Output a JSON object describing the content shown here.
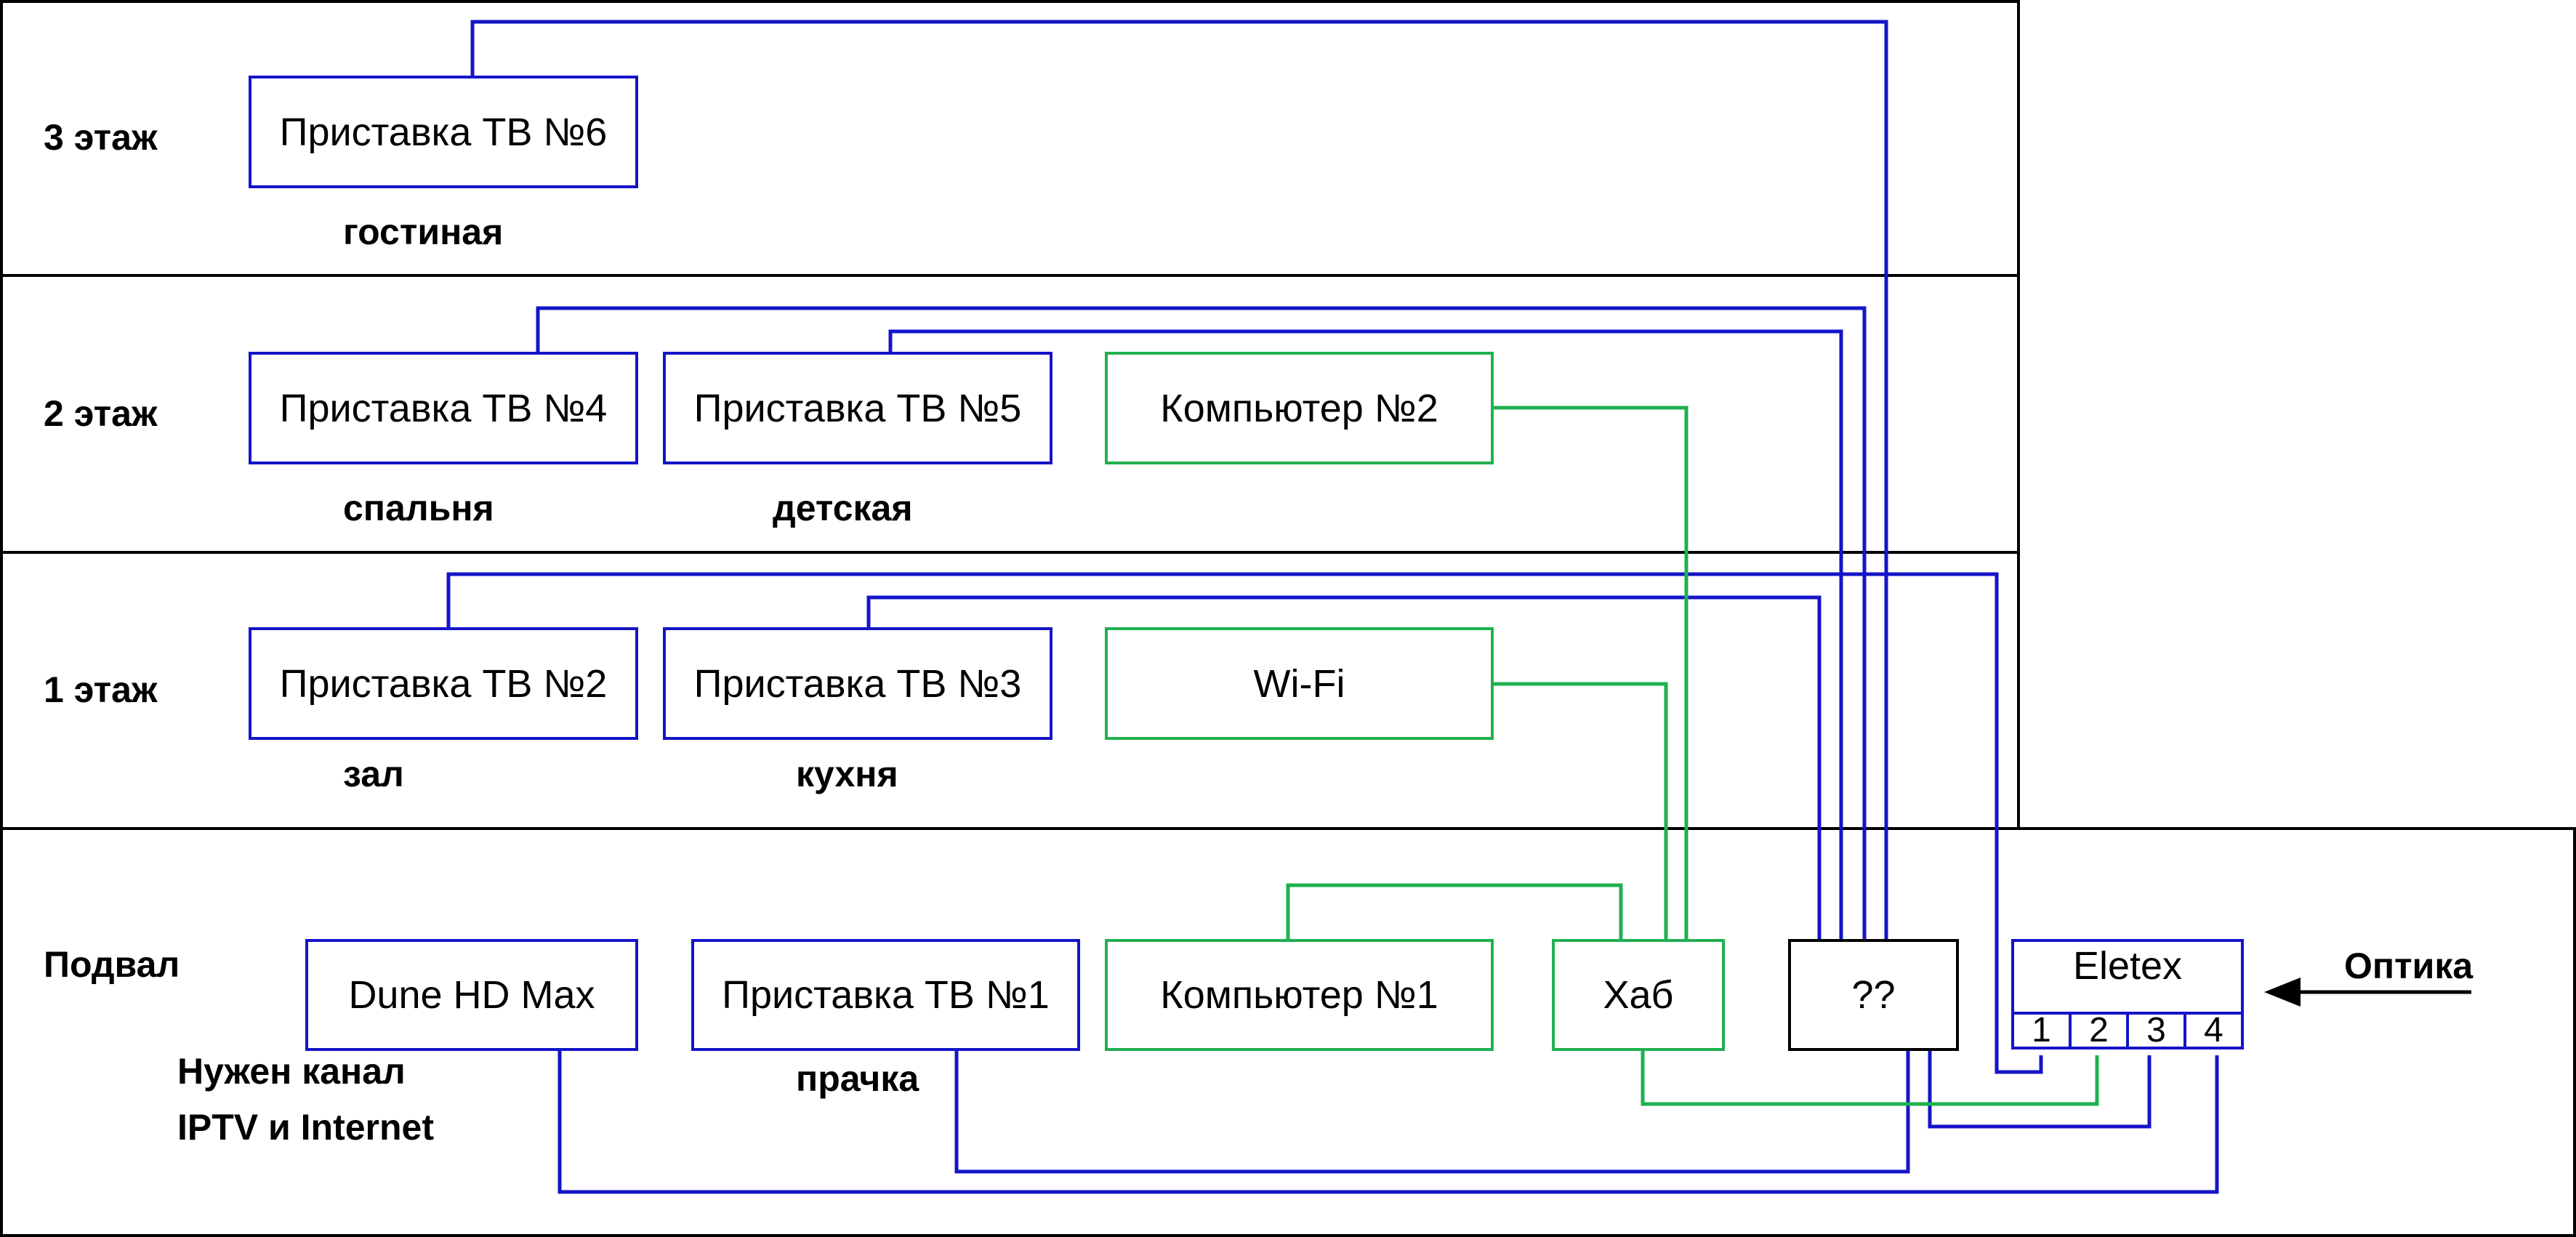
{
  "floors": {
    "f3": {
      "label": "3 этаж"
    },
    "f2": {
      "label": "2 этаж"
    },
    "f1": {
      "label": "1 этаж"
    },
    "basement": {
      "label": "Подвал"
    }
  },
  "devices": {
    "tv6": "Приставка ТВ №6",
    "tv4": "Приставка ТВ №4",
    "tv5": "Приставка ТВ №5",
    "pc2": "Компьютер №2",
    "tv2": "Приставка ТВ №2",
    "tv3": "Приставка ТВ №3",
    "wifi": "Wi-Fi",
    "dune": "Dune HD Max",
    "tv1": "Приставка ТВ №1",
    "pc1": "Компьютер №1",
    "hub": "Хаб",
    "unknown": "??",
    "eletex": "Eletex"
  },
  "eletex_ports": [
    "1",
    "2",
    "3",
    "4"
  ],
  "rooms": {
    "living": "гостиная",
    "bedroom": "спальня",
    "nursery": "детская",
    "hall": "зал",
    "kitchen": "кухня",
    "laundry": "прачка"
  },
  "notes": {
    "need_line1": "Нужен канал",
    "need_line2": "IPTV и Internet",
    "optics": "Оптика"
  },
  "colors": {
    "iptv_line": "#1414c8",
    "lan_line": "#20b050",
    "floor_border": "#000000"
  }
}
